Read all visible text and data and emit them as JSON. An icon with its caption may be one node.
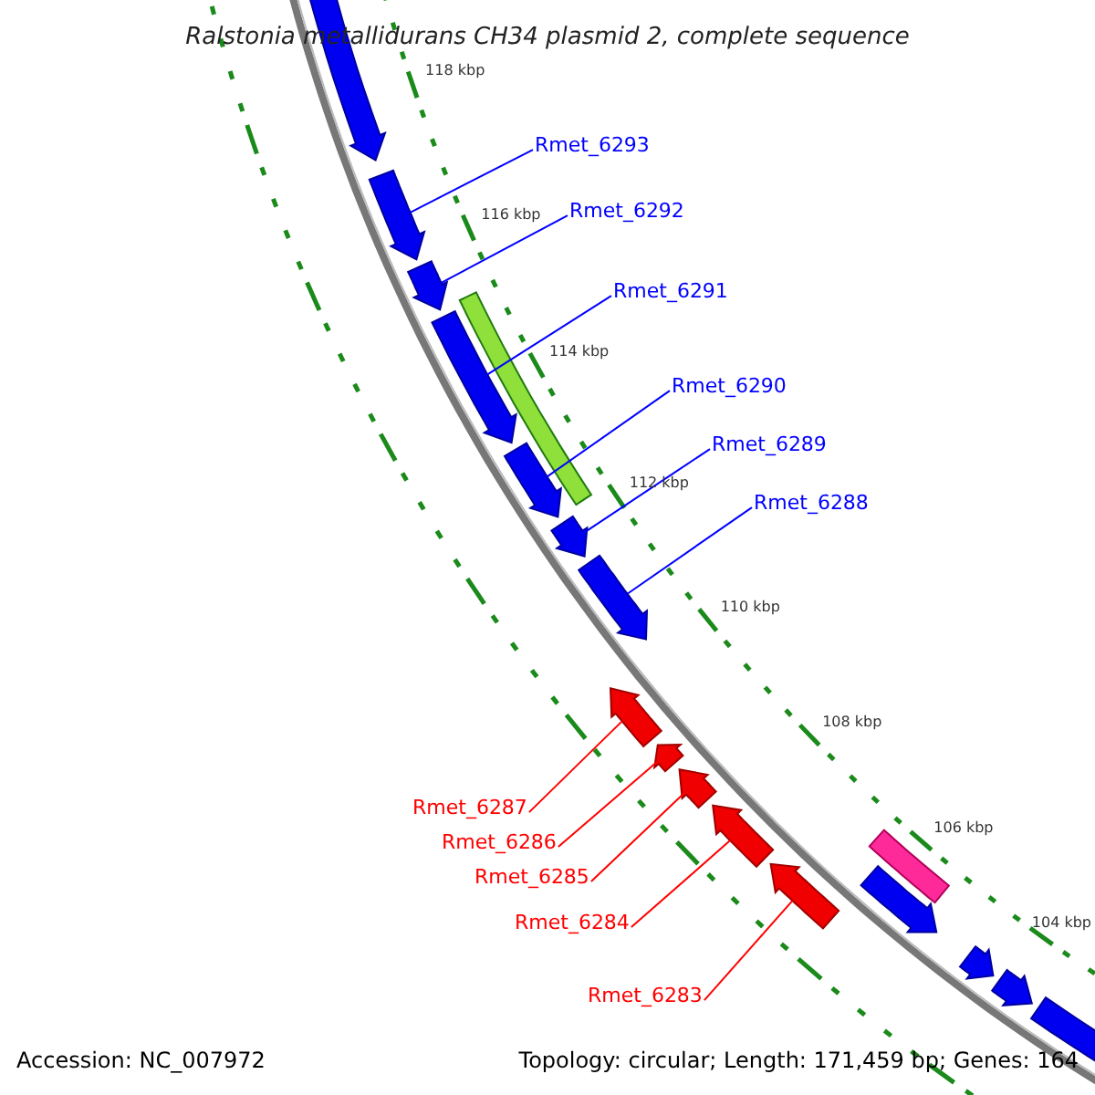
{
  "diagram": {
    "title": "Ralstonia metallidurans CH34 plasmid 2, complete sequence",
    "nodes": [
      {
        "text": [
          "Rmet_6293"
        ]
      },
      {
        "text": [
          "Rmet_6292"
        ]
      },
      {
        "text": [
          "Rmet_6291"
        ]
      },
      {
        "text": [
          "Rmet_6290"
        ]
      },
      {
        "text": [
          "Rmet_6289"
        ]
      },
      {
        "text": [
          "Rmet_6288"
        ]
      },
      {
        "text": [
          "Rmet_6287"
        ]
      },
      {
        "text": [
          "Rmet_6286"
        ]
      },
      {
        "text": [
          "Rmet_6285"
        ]
      },
      {
        "text": [
          "Rmet_6284"
        ]
      },
      {
        "text": [
          "Rmet_6283"
        ]
      },
      {
        "text": [],
        "shape": "arrow"
      },
      {
        "text": [],
        "shape": "arrow"
      },
      {
        "text": [],
        "shape": "arrow"
      },
      {
        "text": [],
        "shape": "arrow"
      },
      {
        "text": [],
        "shape": "bar"
      },
      {
        "text": [],
        "shape": "arrow"
      },
      {
        "text": [],
        "shape": "arrow"
      },
      {
        "text": [],
        "shape": "arrow"
      },
      {
        "text": [],
        "shape": "arrow"
      },
      {
        "text": [],
        "shape": "arrow"
      },
      {
        "text": [],
        "shape": "arrow"
      },
      {
        "text": [],
        "shape": "arrow"
      },
      {
        "text": [],
        "shape": "arrow"
      },
      {
        "text": [],
        "shape": "bar"
      },
      {
        "text": [],
        "shape": "arrow"
      },
      {
        "text": [],
        "shape": "arrow"
      },
      {
        "text": [],
        "shape": "arrow"
      },
      {
        "text": [],
        "shape": "arrow"
      }
    ],
    "edges": [
      {
        "from": 0,
        "to": 12,
        "arrow": "none"
      },
      {
        "from": 1,
        "to": 13,
        "arrow": "none"
      },
      {
        "from": 2,
        "to": 14,
        "arrow": "none"
      },
      {
        "from": 3,
        "to": 16,
        "arrow": "none"
      },
      {
        "from": 4,
        "to": 17,
        "arrow": "none"
      },
      {
        "from": 5,
        "to": 18,
        "arrow": "none"
      },
      {
        "from": 6,
        "to": 19,
        "arrow": "none",
        "color": "#ff0000"
      },
      {
        "from": 7,
        "to": 20,
        "arrow": "none",
        "color": "#ff0000"
      },
      {
        "from": 8,
        "to": 21,
        "arrow": "none",
        "color": "#ff0000"
      },
      {
        "from": 9,
        "to": 22,
        "arrow": "none",
        "color": "#ff0000"
      },
      {
        "from": 10,
        "to": 23,
        "arrow": "none",
        "color": "#ff0000"
      }
    ],
    "labels": [
      "118 kbp",
      "116 kbp",
      "114 kbp",
      "112 kbp",
      "110 kbp",
      "108 kbp",
      "106 kbp",
      "104 kbp",
      "Accession: NC_007972",
      "Topology: circular; Length: 171,459 bp; Genes: 164"
    ]
  }
}
